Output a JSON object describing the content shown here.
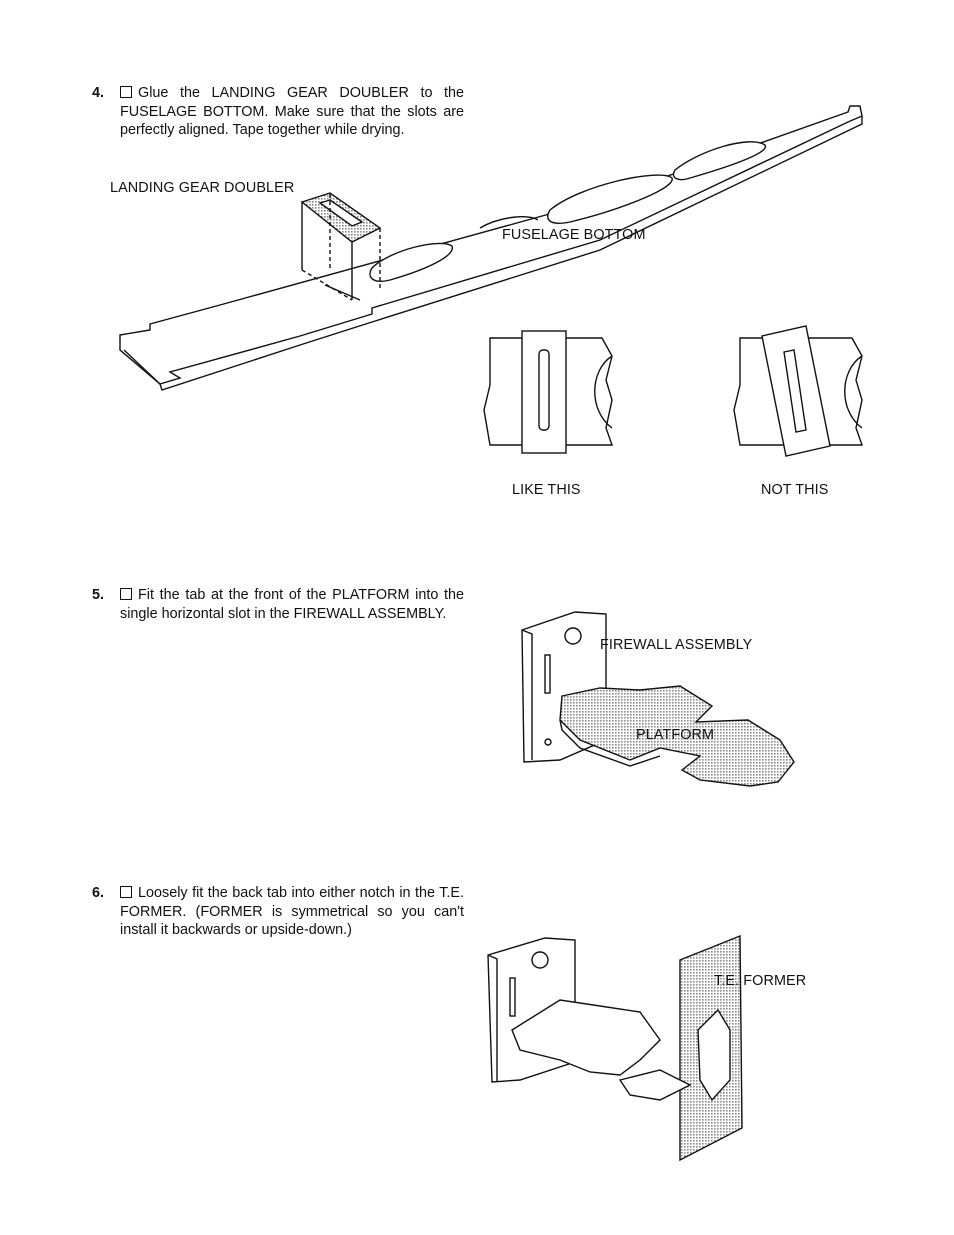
{
  "steps": [
    {
      "number": "4.",
      "text": "Glue the LANDING GEAR DOUBLER to the FUSELAGE BOTTOM. Make sure that the slots are perfectly aligned. Tape together while drying."
    },
    {
      "number": "5.",
      "text": "Fit the tab at the front of the PLATFORM into the single horizontal slot in the FIREWALL ASSEMBLY."
    },
    {
      "number": "6.",
      "text": "Loosely fit the back tab into either notch in the T.E. FORMER. (FORMER is symmetrical so you can't install it backwards or upside-down.)"
    }
  ],
  "labels": {
    "landing_gear_doubler": "LANDING GEAR DOUBLER",
    "fuselage_bottom": "FUSELAGE BOTTOM",
    "like_this": "LIKE THIS",
    "not_this": "NOT THIS",
    "firewall_assembly": "FIREWALL ASSEMBLY",
    "platform": "PLATFORM",
    "te_former": "T.E. FORMER"
  },
  "colors": {
    "ink": "#111111",
    "shading": "#bdbdbd"
  }
}
